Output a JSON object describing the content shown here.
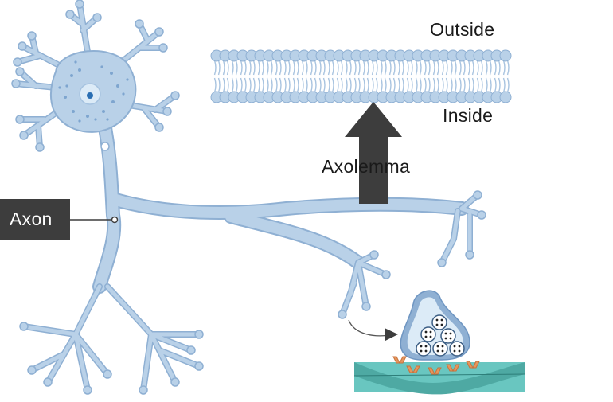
{
  "labels": {
    "outside": "Outside",
    "inside": "Inside",
    "axolemma": "Axolemma",
    "axon": "Axon"
  },
  "colors": {
    "neuron_fill": "#b9d1e8",
    "neuron_outline": "#8fb0d3",
    "organelle_dots": "#5f8fc3",
    "nucleus": "#2a6fb3",
    "arrow": "#3d3d3d",
    "label_box": "#3d3d3d",
    "postsynaptic": "#69c6c0",
    "receptor": "#e6955c"
  }
}
